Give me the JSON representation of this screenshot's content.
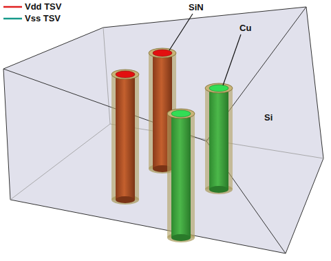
{
  "diagram": {
    "labels": [
      "SiN",
      "Cu",
      "Si"
    ],
    "legend": [
      {
        "text": "Vdd TSV"
      },
      {
        "text": "Vss TSV"
      }
    ]
  }
}
